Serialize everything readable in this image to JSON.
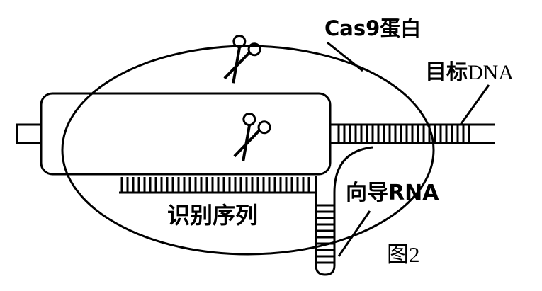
{
  "labels": {
    "cas9": "Cas9蛋白",
    "target_dna_prefix": "目标",
    "target_dna_suffix": "DNA",
    "guide_rna": "向导RNA",
    "recognition_seq": "识别序列",
    "figure": "图2"
  },
  "icons": {
    "scissors_top": "scissors-icon",
    "scissors_inner": "scissors-icon"
  },
  "colors": {
    "stroke": "#000000",
    "background": "#ffffff"
  }
}
